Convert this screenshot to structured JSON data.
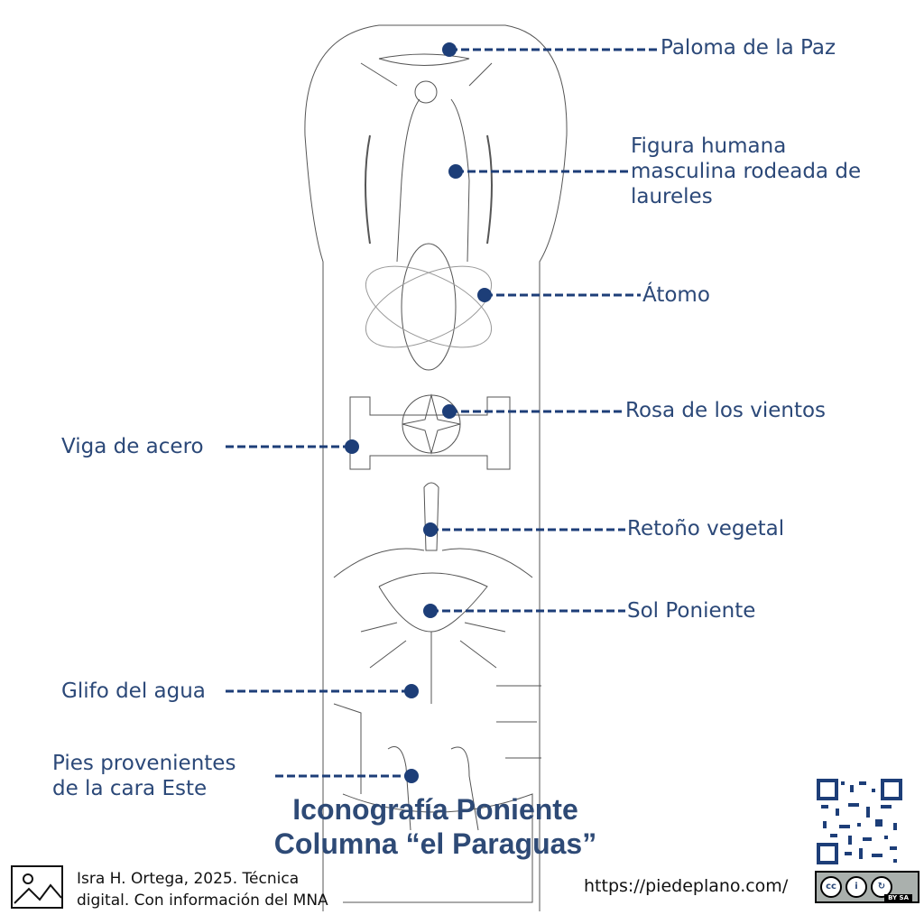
{
  "title": {
    "line1": "Iconografía Poniente",
    "line2": "Columna “el Paraguas”"
  },
  "labels": {
    "paloma": "Paloma de la Paz",
    "figura": [
      "Figura humana",
      "masculina rodeada de",
      "laureles"
    ],
    "atomo": "Átomo",
    "rosa": "Rosa de los vientos",
    "viga": "Viga de acero",
    "retono": "Retoño vegetal",
    "sol": "Sol Poniente",
    "glifo": "Glifo del agua",
    "pies": [
      "Pies provenientes",
      "de la cara Este"
    ]
  },
  "credit": {
    "line1": "Isra H. Ortega, 2025. Técnica",
    "line2": "digital. Con información del MNA"
  },
  "url": "https://piedeplano.com/",
  "license": {
    "icons": "cc-by-sa",
    "text": "BY SA"
  },
  "colors": {
    "accent": "#1d3e78",
    "text": "#2b4878"
  }
}
